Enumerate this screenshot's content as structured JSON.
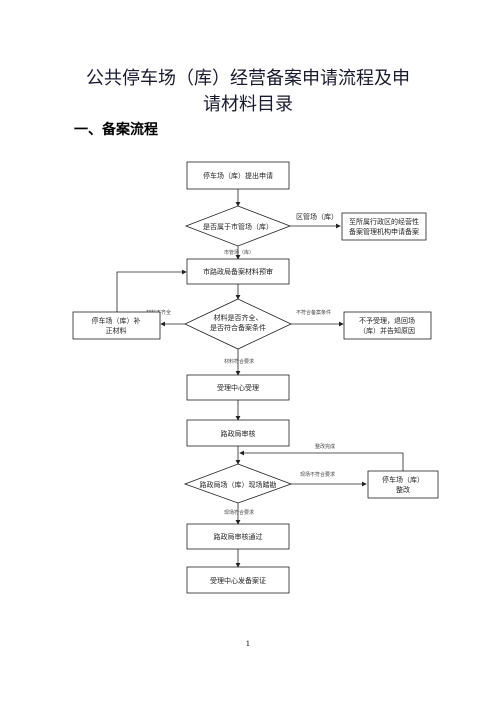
{
  "doc": {
    "title_line1": "公共停车场（库）经营备案申请流程及申",
    "title_line2": "请材料目录",
    "section_heading": "一、备案流程",
    "page_number": "1"
  },
  "flow": {
    "n1": "停车场（库）提出申请",
    "d1": "是否属于市管场（库）",
    "e1_label": "区管场（库）",
    "r1_l1": "至所属行政区的经营性",
    "r1_l2": "备案管理机构申请备案",
    "e2_label": "市管场（库）",
    "n2": "市路政局备案材料预审",
    "d2_l1": "材料是否齐全、",
    "d2_l2": "是否符合备案条件",
    "e3_label": "材料不齐全",
    "l1_l1": "停车场（库）补",
    "l1_l2": "正材料",
    "e4_label": "不符合备案条件",
    "r2_l1": "不予受理，退回场",
    "r2_l2": "（库）并告知原因",
    "e5_label": "材料符合要求",
    "n3": "受理中心受理",
    "n4": "路政局审核",
    "e6_label": "整改完成",
    "d3": "路政局场（库）现场踏勘",
    "e7_label": "现场不符合要求",
    "r3_l1": "停车场（库）",
    "r3_l2": "整改",
    "e8_label": "现场符合要求",
    "n5": "路政局审核通过",
    "n6": "受理中心发备案证"
  }
}
